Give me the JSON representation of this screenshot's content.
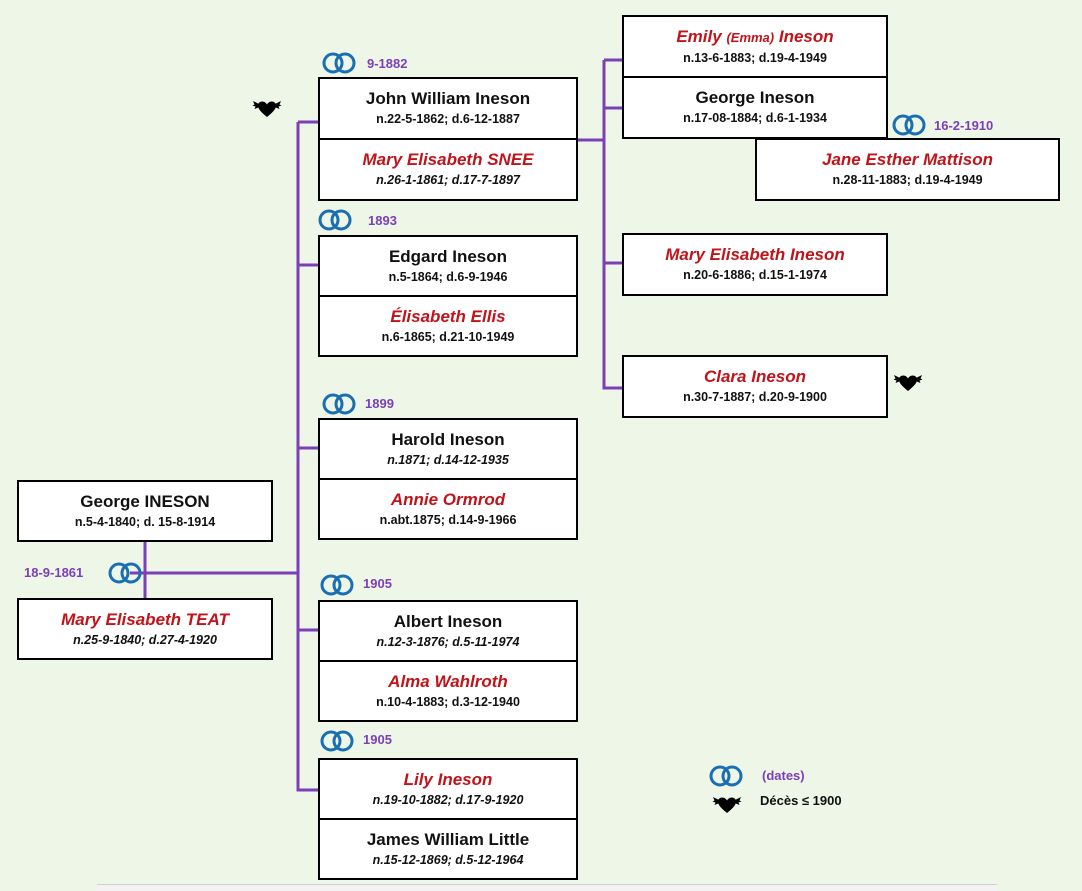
{
  "colors": {
    "line": "#7b3fb8",
    "rings": "#1a6fb3",
    "female_name": "#c0141a",
    "marriage_date": "#7b3fb8",
    "background": "#eef6e8"
  },
  "icons": {
    "marriage": "wedding-rings-icon",
    "death": "black-heart-wings-icon"
  },
  "patriarch": {
    "husband": {
      "name": "George  INESON",
      "dates": "n.5-4-1840; d. 15-8-1914"
    },
    "wife": {
      "name": "Mary Elisabeth TEAT",
      "dates": "n.25-9-1840; d.27-4-1920"
    },
    "marriage_date": "18-9-1861"
  },
  "children": [
    {
      "marriage_date": "9-1882",
      "person": {
        "name": "John William Ineson",
        "dates": "n.22-5-1862; d.6-12-1887"
      },
      "spouse": {
        "name": "Mary Elisabeth SNEE",
        "dates": "n.26-1-1861; d.17-7-1897"
      }
    },
    {
      "marriage_date": "1893",
      "person": {
        "name": "Edgard Ineson",
        "dates": "n.5-1864; d.6-9-1946"
      },
      "spouse": {
        "name": "Élisabeth Ellis",
        "dates": "n.6-1865; d.21-10-1949"
      }
    },
    {
      "marriage_date": "1899",
      "person": {
        "name": "Harold Ineson",
        "dates": "n.1871; d.14-12-1935"
      },
      "spouse": {
        "name": "Annie Ormrod",
        "dates": "n.abt.1875; d.14-9-1966"
      }
    },
    {
      "marriage_date": "1905",
      "person": {
        "name": "Albert Ineson",
        "dates": "n.12-3-1876; d.5-11-1974"
      },
      "spouse": {
        "name": "Alma Wahlroth",
        "dates": "n.10-4-1883; d.3-12-1940"
      }
    },
    {
      "marriage_date": "1905",
      "person": {
        "name": "Lily Ineson",
        "dates": "n.19-10-1882; d.17-9-1920"
      },
      "spouse": {
        "name": "James William Little",
        "dates": "n.15-12-1869; d.5-12-1964"
      }
    }
  ],
  "grandchildren": [
    {
      "name": "Emily",
      "name_sub": "(Emma)",
      "name_tail": "Ineson",
      "dates": "n.13-6-1883; d.19-4-1949"
    },
    {
      "name": "George Ineson",
      "dates": "n.17-08-1884; d.6-1-1934",
      "marriage_date": "16-2-1910",
      "spouse": {
        "name": "Jane Esther Mattison",
        "dates": "n.28-11-1883; d.19-4-1949"
      }
    },
    {
      "name": "Mary Elisabeth Ineson",
      "dates": "n.20-6-1886; d.15-1-1974"
    },
    {
      "name": "Clara Ineson",
      "dates": "n.30-7-1887; d.20-9-1900"
    }
  ],
  "legend": {
    "marriage": "(dates)",
    "death": "Décès ≤ 1900"
  }
}
